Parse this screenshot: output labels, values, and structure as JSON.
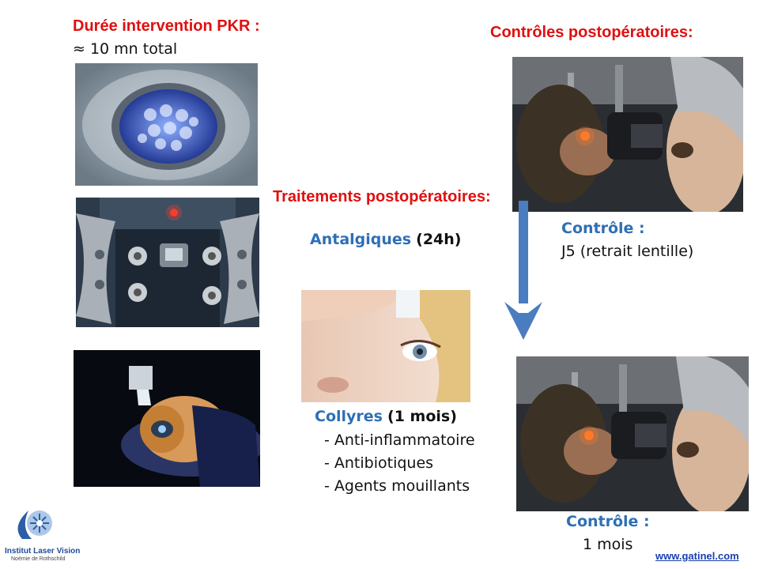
{
  "left": {
    "title": "Durée intervention PKR :",
    "subtitle": "≈ 10 mn total"
  },
  "center": {
    "title": "Traitements postopératoires:",
    "antalgiques": {
      "label": "Antalgiques",
      "detail": "(24h)"
    },
    "collyres": {
      "label": "Collyres",
      "detail": "(1 mois)",
      "items": [
        "- Anti-inflammatoire",
        "- Antibiotiques",
        "- Agents mouillants"
      ]
    }
  },
  "right": {
    "title": "Contrôles postopératoires:",
    "control1": {
      "label": "Contrôle :",
      "detail": "J5 (retrait lentille)"
    },
    "control2": {
      "label": "Contrôle :",
      "detail": "1 mois"
    }
  },
  "logo": {
    "line1": "Institut Laser Vision",
    "line2": "Noémie de Rothschild"
  },
  "footer": {
    "link": "www.gatinel.com"
  },
  "colors": {
    "title_red": "#e01010",
    "label_blue": "#2e6fb5",
    "arrow_blue": "#4a7cc0",
    "link_blue": "#1a3fb0"
  }
}
